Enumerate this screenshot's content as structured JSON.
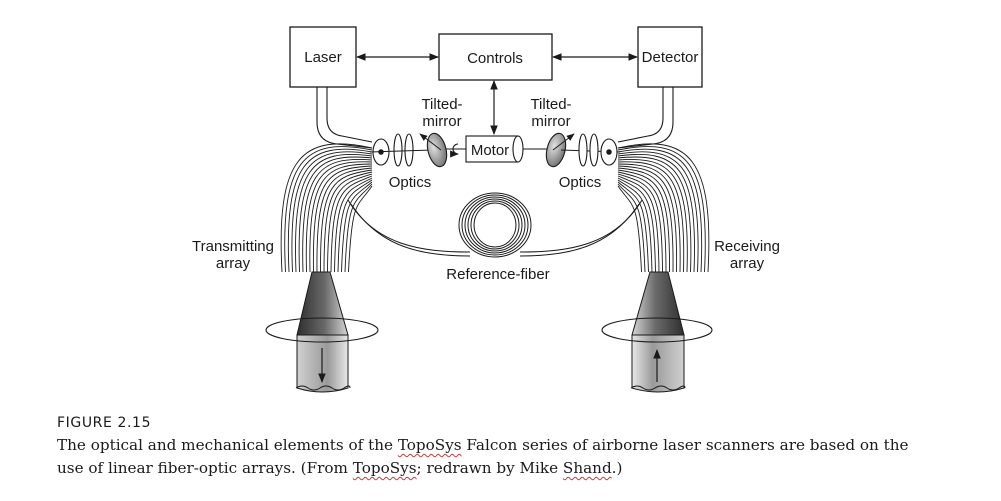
{
  "diagram": {
    "blocks": {
      "laser": "Laser",
      "controls": "Controls",
      "detector": "Detector",
      "motor": "Motor"
    },
    "labels": {
      "tilted_mirror_left": [
        "Tilted-",
        "mirror"
      ],
      "tilted_mirror_right": [
        "Tilted-",
        "mirror"
      ],
      "optics_left": "Optics",
      "optics_right": "Optics",
      "transmitting_array": [
        "Transmitting",
        "array"
      ],
      "receiving_array": [
        "Receiving",
        "array"
      ],
      "reference_fiber": "Reference-fiber"
    }
  },
  "caption": {
    "figure_label": "FIGURE 2.15",
    "line1_before": "The optical and mechanical elements of the ",
    "line1_flag": "TopoSys",
    "line1_after": " Falcon series of airborne laser scanners are based on the",
    "line2_before": "use of linear fiber-optic arrays. (From ",
    "line2_flag1": "TopoSys",
    "line2_middle": "; redrawn by Mike ",
    "line2_flag2": "Shand",
    "line2_after": ".)"
  },
  "colors": {
    "ink": "#1a1a1a",
    "prism_dark": "#3a3a3a",
    "prism_light": "#d8d8d8",
    "squiggle": "#c23b3b"
  }
}
